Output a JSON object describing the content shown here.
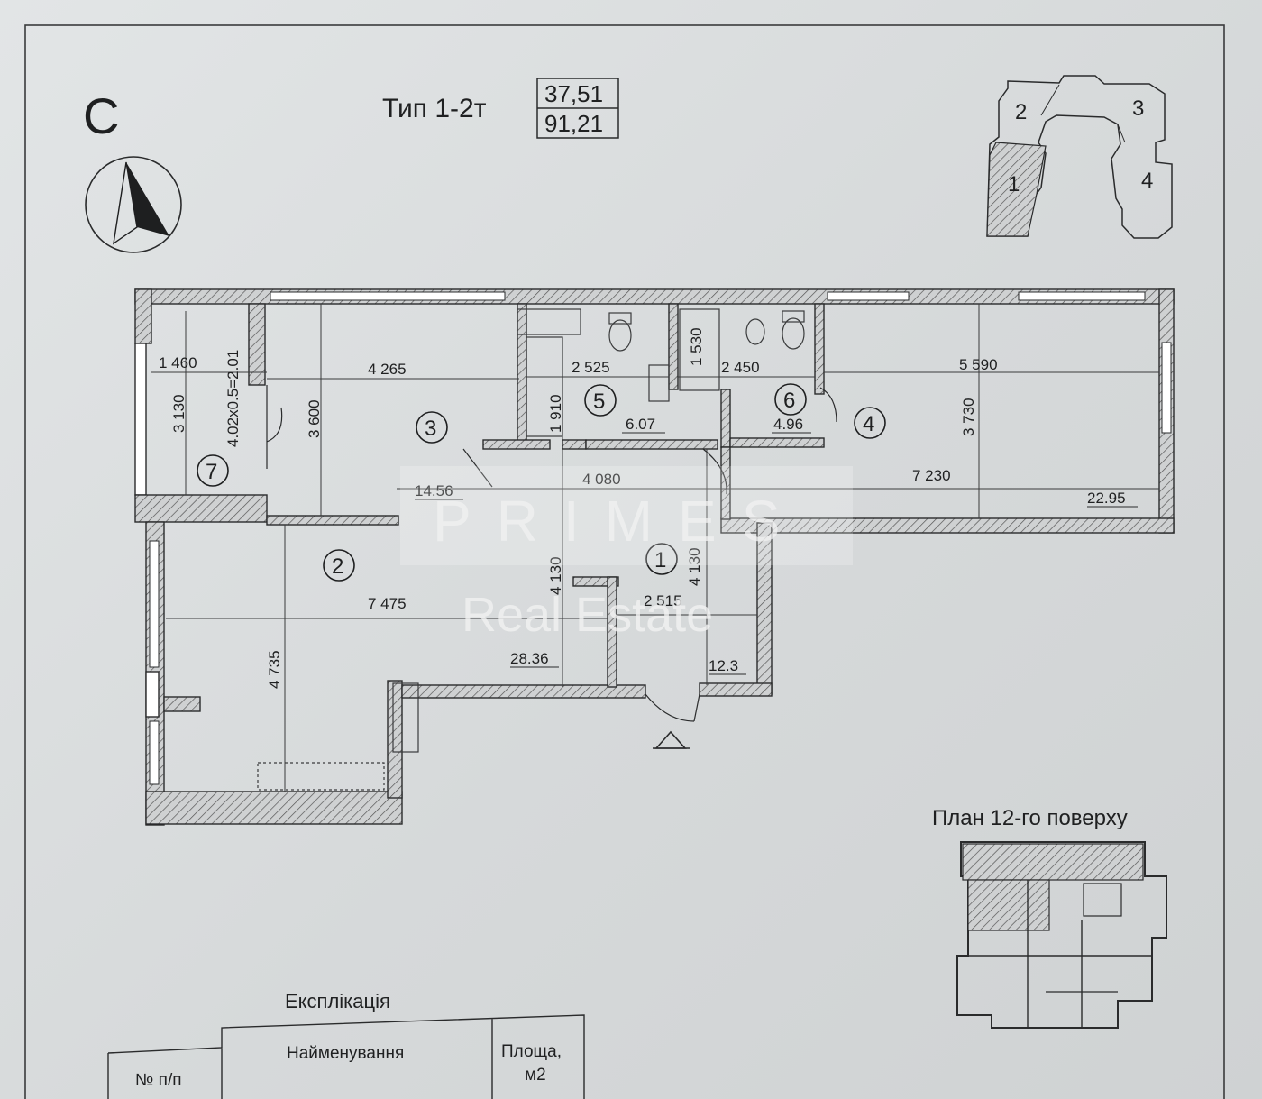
{
  "sheet": {
    "section_letter": "С",
    "type_label": "Тип 1-2т",
    "area_living": "37,51",
    "area_total": "91,21",
    "floor_plan_label": "План 12-го поверху"
  },
  "key_plan": {
    "sections": [
      "1",
      "2",
      "3",
      "4"
    ]
  },
  "rooms": [
    {
      "num": "1",
      "area": "12.3"
    },
    {
      "num": "2",
      "area": "28.36"
    },
    {
      "num": "3",
      "area": "14.56"
    },
    {
      "num": "4",
      "area": "22.95"
    },
    {
      "num": "5",
      "area": "6.07"
    },
    {
      "num": "6",
      "area": "4.96"
    },
    {
      "num": "7",
      "area": ""
    }
  ],
  "dimensions": {
    "d1460": "1 460",
    "d4265": "4 265",
    "d2525": "2 525",
    "d2450": "2 450",
    "d5590": "5 590",
    "d3130": "3 130",
    "d_balc": "4.02x0.5=2.01",
    "d3600": "3 600",
    "d1910": "1 910",
    "d1530": "1 530",
    "d3730": "3 730",
    "d4080": "4 080",
    "d7230": "7 230",
    "d7475": "7 475",
    "d2515": "2 515",
    "d4130a": "4 130",
    "d4130b": "4 130",
    "d4735": "4 735"
  },
  "explication": {
    "title": "Експлікація",
    "col_num": "№ п/п",
    "col_name": "Найменування",
    "col_area_1": "Площа,",
    "col_area_2": "м2"
  },
  "watermark": {
    "line1": "PRIMES",
    "line2": "Real Estate"
  }
}
